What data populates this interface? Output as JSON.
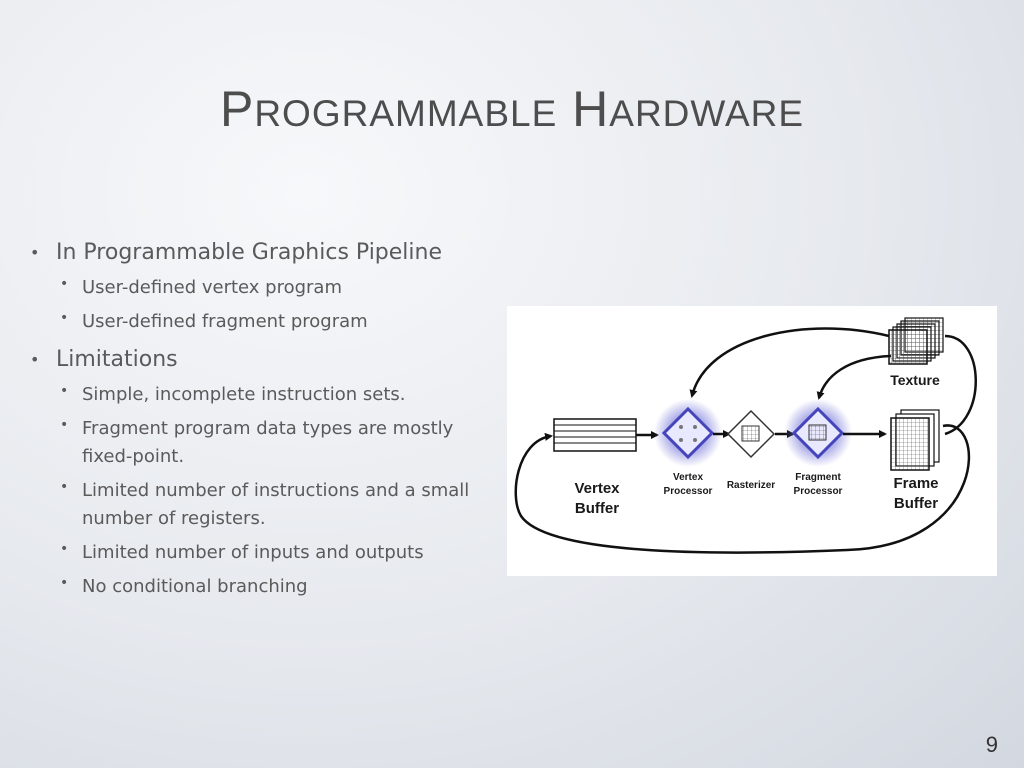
{
  "slide": {
    "title_cap1": "P",
    "title_rest1": "ROGRAMMABLE",
    "title_cap2": "H",
    "title_rest2": "ARDWARE",
    "page_number": "9"
  },
  "bullets": [
    {
      "text": "In Programmable Graphics Pipeline",
      "sub": [
        "User-defined vertex program",
        "User-defined fragment program"
      ]
    },
    {
      "text": "Limitations",
      "sub": [
        "Simple, incomplete instruction sets.",
        "Fragment program data types are mostly fixed-point.",
        "Limited number of instructions and a small number of registers.",
        "Limited number of inputs and outputs",
        "No conditional branching"
      ]
    }
  ],
  "diagram": {
    "texture_label": "Texture",
    "vertex_buffer_line1": "Vertex",
    "vertex_buffer_line2": "Buffer",
    "vertex_processor_line1": "Vertex",
    "vertex_processor_line2": "Processor",
    "rasterizer_label": "Rasterizer",
    "fragment_processor_line1": "Fragment",
    "fragment_processor_line2": "Processor",
    "frame_buffer_line1": "Frame",
    "frame_buffer_line2": "Buffer",
    "processor_glow_color": "#6a6ad6"
  }
}
